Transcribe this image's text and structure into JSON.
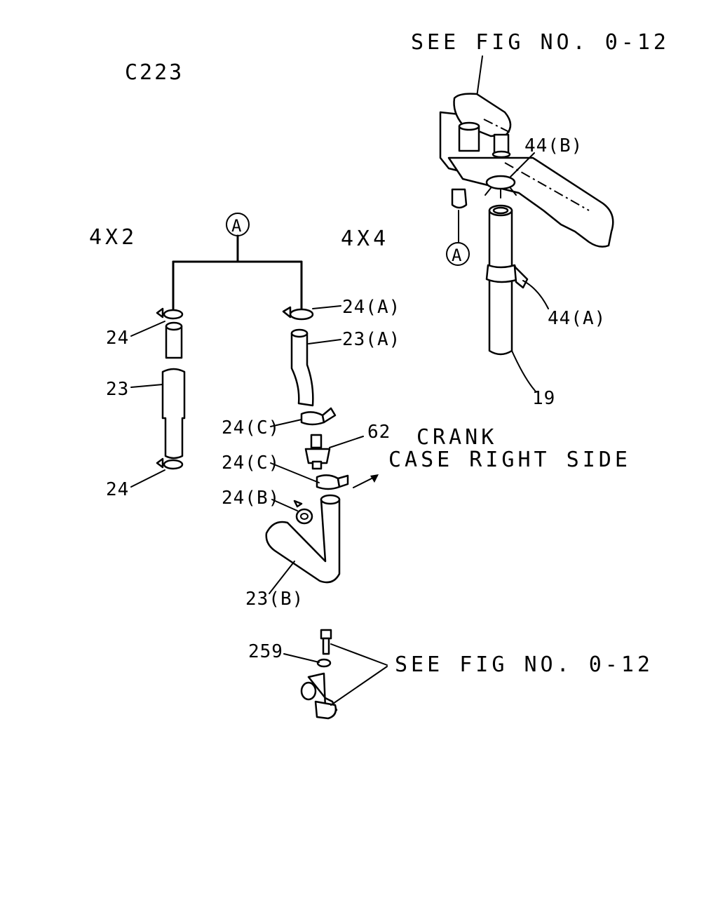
{
  "figure_code": "C223",
  "see_fig_top": "SEE FIG NO. 0-12",
  "see_fig_bottom": "SEE FIG NO. 0-12",
  "variant_4x2": "4X2",
  "variant_4x4": "4X4",
  "ref_marker": "A",
  "crank_case_line1": "CRANK",
  "crank_case_line2": "CASE RIGHT SIDE",
  "callouts": {
    "p19": "19",
    "p23": "23",
    "p23a": "23(A)",
    "p23b": "23(B)",
    "p24_upper": "24",
    "p24_lower": "24",
    "p24a": "24(A)",
    "p24b": "24(B)",
    "p24c_upper": "24(C)",
    "p24c_lower": "24(C)",
    "p44a": "44(A)",
    "p44b": "44(B)",
    "p62": "62",
    "p259": "259"
  }
}
